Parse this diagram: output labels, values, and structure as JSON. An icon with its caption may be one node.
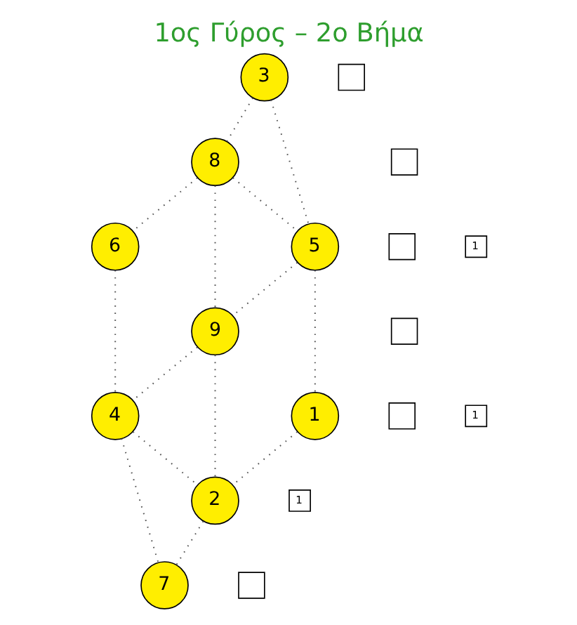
{
  "diagram": {
    "title": "1ος Γύρος – 2ο Βήμα",
    "nodes": [
      {
        "text": [
          "3"
        ]
      },
      {
        "text": [],
        "shape": "box"
      },
      {
        "text": [
          "8"
        ]
      },
      {
        "text": [],
        "shape": "box"
      },
      {
        "text": [
          "6"
        ]
      },
      {
        "text": [],
        "shape": "box"
      },
      {
        "text": [
          "5"
        ]
      },
      {
        "text": [
          "1"
        ]
      },
      {
        "text": [
          "9"
        ]
      },
      {
        "text": [],
        "shape": "box"
      },
      {
        "text": [
          "4"
        ]
      },
      {
        "text": [],
        "shape": "box"
      },
      {
        "text": [
          "1"
        ]
      },
      {
        "text": [
          "1"
        ]
      },
      {
        "text": [
          "2"
        ]
      },
      {
        "text": [
          "1"
        ]
      },
      {
        "text": [
          "7"
        ]
      },
      {
        "text": [],
        "shape": "box"
      }
    ],
    "edges": [
      {
        "from": 0,
        "to": 2,
        "arrow": "none"
      },
      {
        "from": 0,
        "to": 6,
        "arrow": "none"
      },
      {
        "from": 2,
        "to": 4,
        "arrow": "none"
      },
      {
        "from": 2,
        "to": 6,
        "arrow": "none"
      },
      {
        "from": 2,
        "to": 8,
        "arrow": "none"
      },
      {
        "from": 6,
        "to": 8,
        "arrow": "none"
      },
      {
        "from": 6,
        "to": 12,
        "arrow": "none"
      },
      {
        "from": 4,
        "to": 10,
        "arrow": "none"
      },
      {
        "from": 8,
        "to": 10,
        "arrow": "none"
      },
      {
        "from": 8,
        "to": 14,
        "arrow": "none"
      },
      {
        "from": 10,
        "to": 14,
        "arrow": "none"
      },
      {
        "from": 10,
        "to": 16,
        "arrow": "none"
      },
      {
        "from": 12,
        "to": 14,
        "arrow": "none"
      },
      {
        "from": 14,
        "to": 16,
        "arrow": "none"
      }
    ]
  }
}
